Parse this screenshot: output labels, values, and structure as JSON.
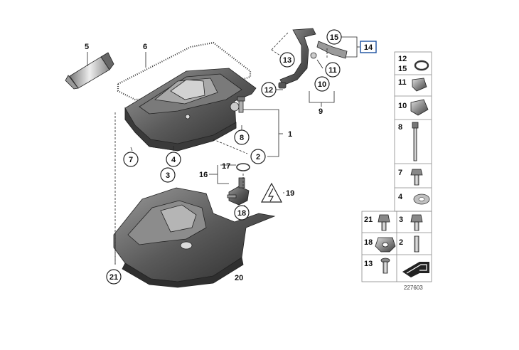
{
  "labels": {
    "c1": "1",
    "c2": "2",
    "c3": "3",
    "c4": "4",
    "c5": "5",
    "c6": "6",
    "c7": "7",
    "c8": "8",
    "c9": "9",
    "c10": "10",
    "c11": "11",
    "c12": "12",
    "c13": "13",
    "c14": "14",
    "c15": "15",
    "c16": "16",
    "c17": "17",
    "c18": "18",
    "c19": "19",
    "c20": "20",
    "c21": "21"
  },
  "legend": {
    "r1": "12",
    "r1b": "15",
    "r2": "11",
    "r3": "10",
    "r4": "8",
    "r5": "7",
    "r6": "4",
    "r7a": "21",
    "r7b": "3",
    "r8a": "18",
    "r8b": "2",
    "r9a": "13"
  },
  "diagram_number": "227603",
  "colors": {
    "metal_dark": "#4a4a4a",
    "metal_mid": "#8a8a8a",
    "metal_light": "#c9c9c9",
    "accent_box": "#1a4fa0"
  }
}
